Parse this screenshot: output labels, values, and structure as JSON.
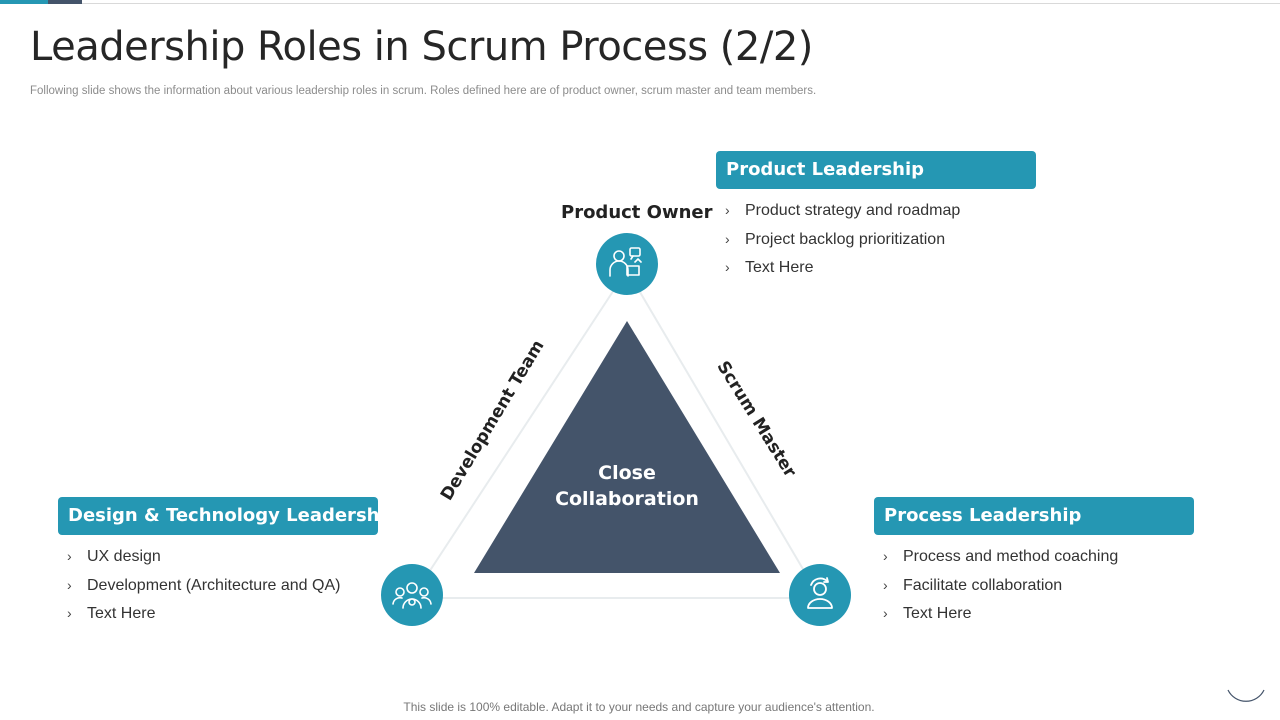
{
  "slide": {
    "title": "Leadership Roles in Scrum Process (2/2)",
    "subtitle": "Following slide shows the information about various leadership roles in scrum. Roles defined here are of product owner, scrum master and team members.",
    "footer": "This slide is 100% editable. Adapt it to your needs and capture your audience's attention."
  },
  "diagram": {
    "center_line1": "Close",
    "center_line2": "Collaboration",
    "top_node": "Product Owner",
    "left_edge": "Development Team",
    "right_edge": "Scrum Master",
    "node_icons": [
      "product-owner-icon",
      "team-icon",
      "scrum-master-icon"
    ]
  },
  "roles": {
    "product": {
      "header": "Product Leadership",
      "bullets": [
        "Product strategy and roadmap",
        "Project backlog prioritization",
        "Text Here"
      ]
    },
    "design": {
      "header": "Design & Technology Leadership",
      "bullets": [
        "UX design",
        "Development (Architecture and QA)",
        "Text Here"
      ]
    },
    "process": {
      "header": "Process Leadership",
      "bullets": [
        "Process and method coaching",
        "Facilitate collaboration",
        "Text Here"
      ]
    }
  },
  "colors": {
    "accent": "#2597b3",
    "triangle": "#44546a",
    "outline": "#e8ecee"
  }
}
